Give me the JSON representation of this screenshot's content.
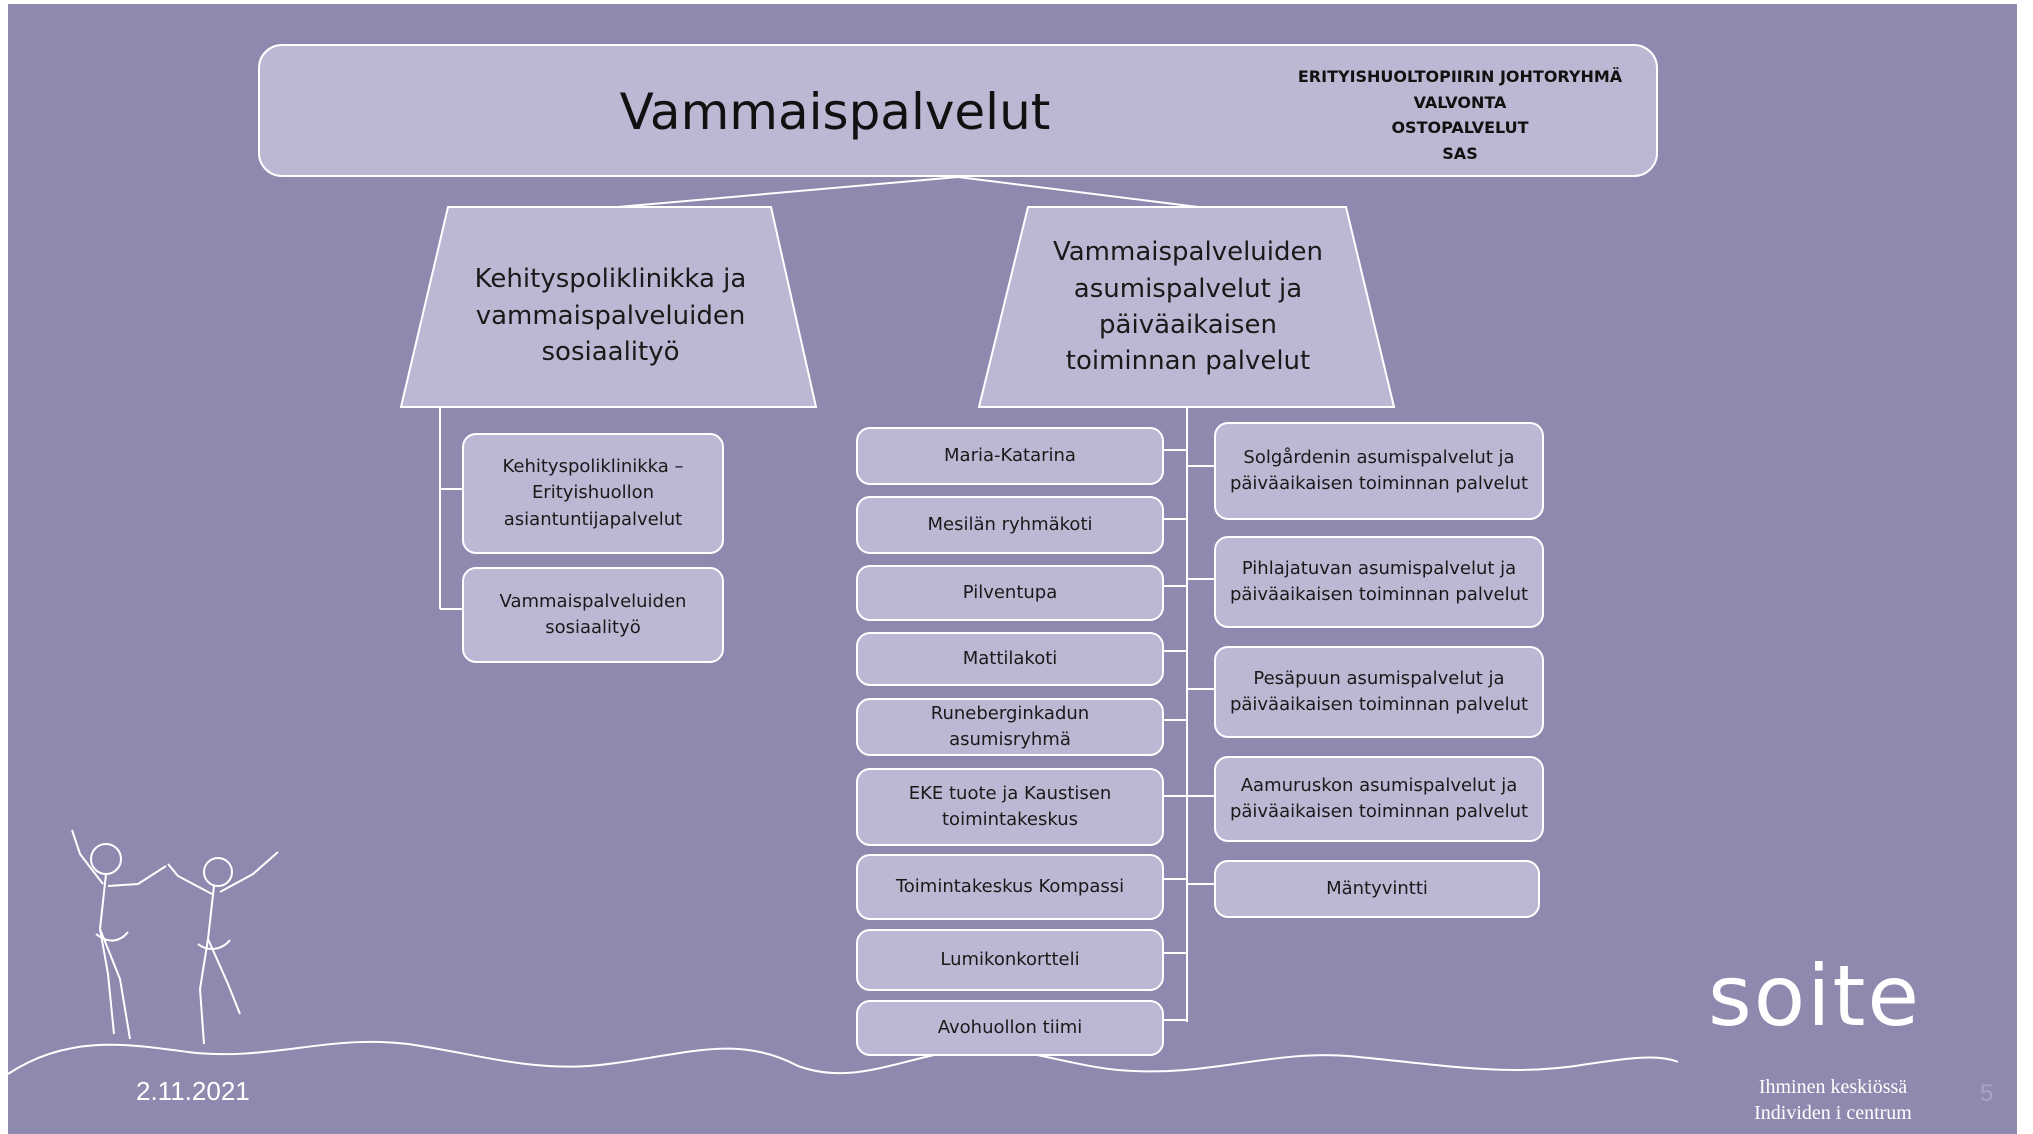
{
  "header": {
    "title": "Vammaispalvelut",
    "side_items": [
      "ERITYISHUOLTOPIIRIN JOHTORYHMÄ",
      "VALVONTA",
      "OSTOPALVELUT",
      "SAS"
    ]
  },
  "left_branch": {
    "title": "Kehityspoliklinikka ja vammaispalveluiden sosiaalityö",
    "children": [
      "Kehityspoliklinikka – Erityishuollon asiantuntijapalvelut",
      "Vammaispalveluiden sosiaalityö"
    ]
  },
  "right_branch": {
    "title": "Vammaispalveluiden asumispalvelut ja päiväaikaisen toiminnan palvelut",
    "left_column": [
      "Maria-Katarina",
      "Mesilän ryhmäkoti",
      "Pilventupa",
      "Mattilakoti",
      "Runeberginkadun asumisryhmä",
      "EKE tuote ja Kaustisen toimintakeskus",
      "Toimintakeskus Kompassi",
      "Lumikonkortteli",
      "Avohuollon tiimi"
    ],
    "right_column": [
      "Solgårdenin asumispalvelut ja päiväaikaisen toiminnan palvelut",
      "Pihlajatuvan asumispalvelut ja päiväaikaisen toiminnan palvelut",
      "Pesäpuun asumispalvelut ja päiväaikaisen toiminnan palvelut",
      "Aamuruskon asumispalvelut ja päiväaikaisen toiminnan palvelut",
      "Mäntyvintti"
    ]
  },
  "footer": {
    "date": "2.11.2021",
    "page_number": "5",
    "logo_text": "soite",
    "tagline_1": "Ihminen keskiössä",
    "tagline_2": "Individen i centrum"
  },
  "colors": {
    "background": "#8e89ae",
    "box_fill": "#bbb8d3",
    "border": "#ffffff"
  }
}
